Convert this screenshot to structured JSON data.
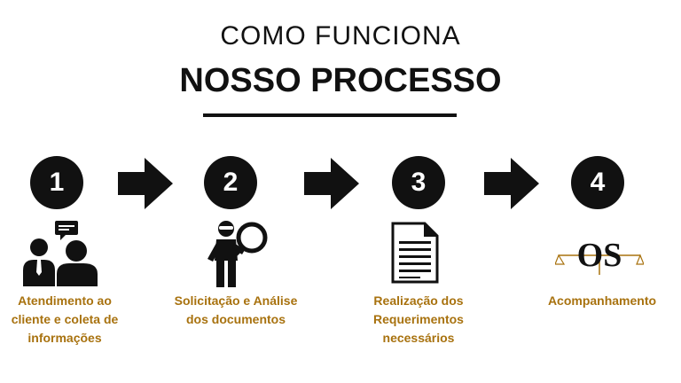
{
  "header": {
    "subtitle": "COMO FUNCIONA",
    "title": "NOSSO PROCESSO"
  },
  "steps": [
    {
      "number": "1",
      "label_lines": [
        "Atendimento ao",
        "cliente e coleta de",
        "informações"
      ]
    },
    {
      "number": "2",
      "label_lines": [
        "Solicitação e Análise",
        "dos documentos"
      ]
    },
    {
      "number": "3",
      "label_lines": [
        "Realização dos",
        "Requerimentos",
        "necessários"
      ]
    },
    {
      "number": "4",
      "label_lines": [
        "Acompanhamento"
      ]
    }
  ],
  "logo": {
    "text": "OS"
  },
  "colors": {
    "accent": "#a8720f",
    "dark": "#111111",
    "background": "#ffffff"
  },
  "icons": [
    "meeting-icon",
    "magnifier-person-icon",
    "document-icon",
    "logo-scales-icon",
    "arrow-right-icon"
  ]
}
